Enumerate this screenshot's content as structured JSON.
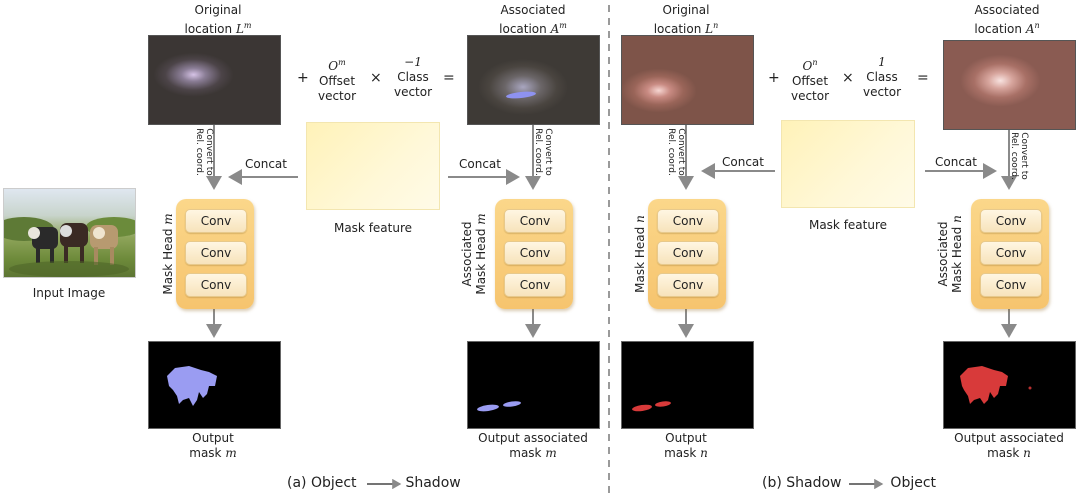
{
  "left": {
    "orig_loc": {
      "line1": "Original",
      "line2": "location",
      "sym": "L",
      "sup": "m"
    },
    "assoc_loc": {
      "line1": "Associated",
      "line2": "location",
      "sym": "A",
      "sup": "m"
    },
    "offset": {
      "sym": "O",
      "sup": "m",
      "line1": "Offset",
      "line2": "vector"
    },
    "class": {
      "sym": "−1",
      "line1": "Class",
      "line2": "vector"
    },
    "plus": "+",
    "times": "×",
    "equals": "=",
    "concat_left": "Concat",
    "concat_right": "Concat",
    "convert_left": [
      "Convert to",
      "Rel. coord."
    ],
    "convert_right": [
      "Convert to",
      "Rel. coord."
    ],
    "mask_feature": "Mask feature",
    "head_left": {
      "text": "Mask Head ",
      "sym": "m"
    },
    "head_right": {
      "line1": "Associated",
      "line2": "Mask Head ",
      "sym": "m"
    },
    "conv": [
      "Conv",
      "Conv",
      "Conv"
    ],
    "out_left": {
      "line1": "Output",
      "line2": "mask ",
      "sym": "m"
    },
    "out_right": {
      "line1": "Output associated",
      "line2": "mask ",
      "sym": "m"
    },
    "caption": {
      "pre": "(a) Object",
      "post": "Shadow"
    }
  },
  "right": {
    "orig_loc": {
      "line1": "Original",
      "line2": "location",
      "sym": "L",
      "sup": "n"
    },
    "assoc_loc": {
      "line1": "Associated",
      "line2": "location",
      "sym": "A",
      "sup": "n"
    },
    "offset": {
      "sym": "O",
      "sup": "n",
      "line1": "Offset",
      "line2": "vector"
    },
    "class": {
      "sym": "1",
      "line1": "Class",
      "line2": "vector"
    },
    "plus": "+",
    "times": "×",
    "equals": "=",
    "concat_left": "Concat",
    "concat_right": "Concat",
    "convert_left": [
      "Convert to",
      "Rel. coord."
    ],
    "convert_right": [
      "Convert to",
      "Rel. coord."
    ],
    "mask_feature": "Mask feature",
    "head_left": {
      "text": "Mask Head ",
      "sym": "n"
    },
    "head_right": {
      "line1": "Associated",
      "line2": "Mask Head ",
      "sym": "n"
    },
    "conv": [
      "Conv",
      "Conv",
      "Conv"
    ],
    "out_left": {
      "line1": "Output",
      "line2": "mask ",
      "sym": "n"
    },
    "out_right": {
      "line1": "Output associated",
      "line2": "mask ",
      "sym": "n"
    },
    "caption": {
      "pre": "(b) Shadow",
      "post": "Object"
    }
  },
  "input_image_label": "Input Image",
  "colors": {
    "arrow": "#8a8a8a",
    "mask_blue": "#9a9cf2",
    "mask_red": "#d83a3a",
    "divider": "#9a9a9a"
  }
}
